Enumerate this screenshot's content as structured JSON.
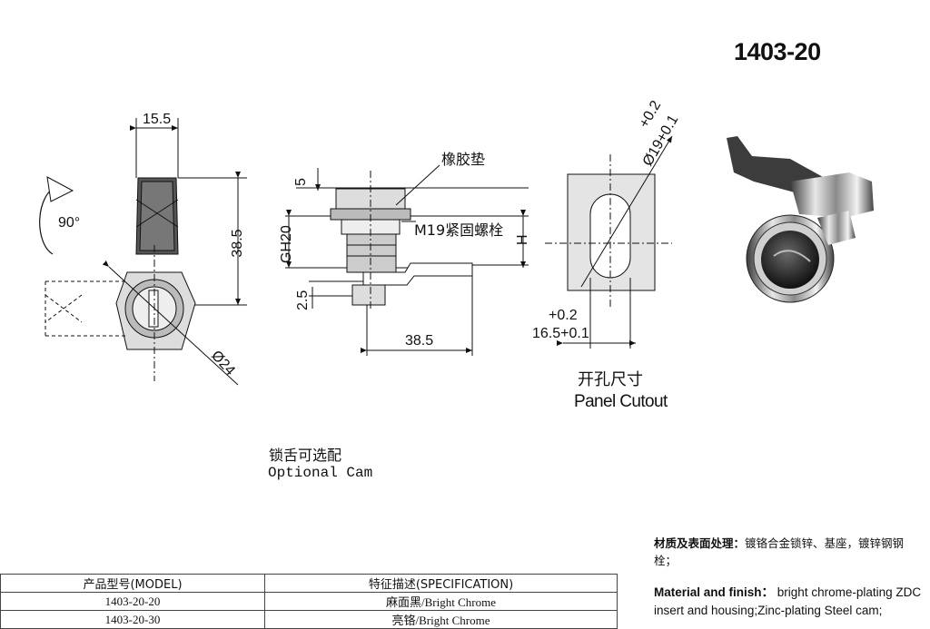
{
  "model_title": "1403-20",
  "side_view": {
    "dim_width": "15.5",
    "dim_height": "38.5",
    "dim_diameter": "Ø24",
    "rotation": "90°"
  },
  "section_view": {
    "dim_top": "5",
    "dim_gh": "GH20",
    "dim_bottom": "2.5",
    "dim_length": "38.5",
    "label_gasket": "橡胶垫",
    "label_nut": "M19紧固螺栓",
    "label_h": "H"
  },
  "cutout": {
    "dim_diameter": "Ø19+0.1",
    "dim_diameter_tol": "+0.2",
    "dim_flat_tol": "+0.2",
    "dim_flat": "16.5+0.1",
    "title_cn": "开孔尺寸",
    "title_en": "Panel Cutout"
  },
  "cam": {
    "label_cn": "锁舌可选配",
    "label_en": "Optional Cam"
  },
  "table": {
    "headers": [
      "产品型号(MODEL)",
      "特征描述(SPECIFICATION)"
    ],
    "rows": [
      [
        "1403-20-20",
        "麻面黑/Bright Chrome"
      ],
      [
        "1403-20-30",
        "亮铬/Bright Chrome"
      ]
    ]
  },
  "material": {
    "cn_label": "材质及表面处理：",
    "cn_text": "镀铬合金锁锌、基座，镀锌钢钢栓；",
    "en_label": "Material and finish：",
    "en_text": "bright chrome-plating ZDC insert and housing;Zinc-plating Steel cam;"
  }
}
